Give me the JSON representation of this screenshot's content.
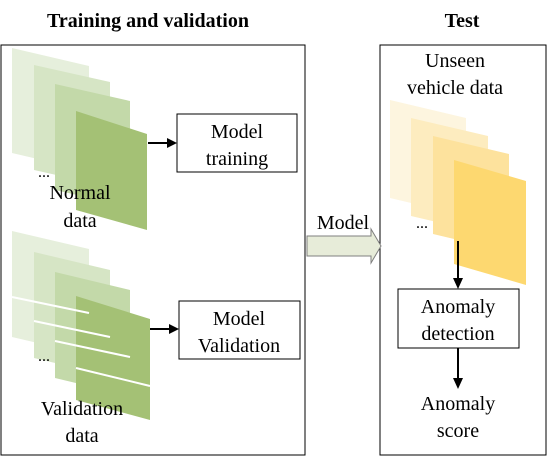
{
  "headers": {
    "left": "Training and validation",
    "right": "Test"
  },
  "boxes": {
    "model_training": [
      "Model",
      "training"
    ],
    "model_validation": [
      "Model",
      "Validation"
    ],
    "anomaly_detection": [
      "Anomaly",
      "detection"
    ]
  },
  "labels": {
    "normal_data": [
      "Normal",
      "data"
    ],
    "validation_data": [
      "Validation",
      "data"
    ],
    "unseen_data": [
      "Unseen",
      "vehicle data"
    ],
    "anomaly_score": [
      "Anomaly",
      "score"
    ],
    "model_arrow": "Model",
    "ellipsis": "..."
  },
  "colors": {
    "green_stack": [
      "#e6efdc",
      "#d6e5c5",
      "#c3d9a9",
      "#a4c175"
    ],
    "yellow_stack": [
      "#fdf5df",
      "#fdecbf",
      "#fde29d",
      "#fdd870"
    ],
    "arrow_fill": "#e7ecd9"
  }
}
